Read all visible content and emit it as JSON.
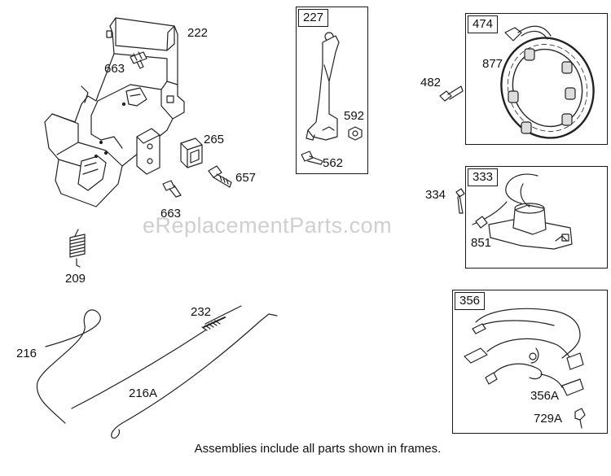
{
  "watermark": "eReplacementParts.com",
  "caption": "Assemblies include all parts shown in frames.",
  "frames": {
    "f227": "227",
    "f474": "474",
    "f333": "333",
    "f356": "356"
  },
  "parts": {
    "p222": "222",
    "p663a": "663",
    "p265": "265",
    "p657": "657",
    "p663b": "663",
    "p209": "209",
    "p592": "592",
    "p562": "562",
    "p482": "482",
    "p877": "877",
    "p334": "334",
    "p851": "851",
    "p216": "216",
    "p232": "232",
    "p216a": "216A",
    "p356a": "356A",
    "p729a": "729A"
  }
}
